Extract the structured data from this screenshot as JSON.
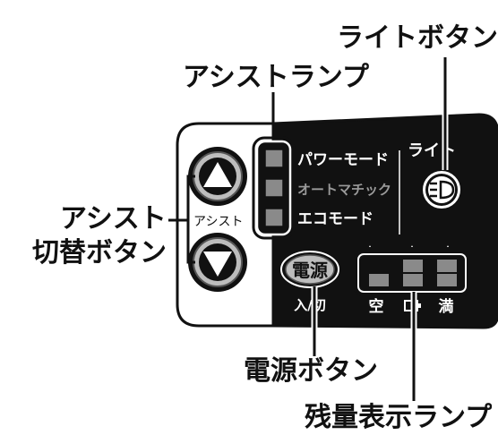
{
  "callouts": {
    "light_button": "ライトボタン",
    "assist_lamp": "アシストランプ",
    "assist_switch_line1": "アシスト",
    "assist_switch_line2": "切替ボタン",
    "power_button": "電源ボタン",
    "remaining_lamp": "残量表示ランプ"
  },
  "panel": {
    "assist_label": "アシスト",
    "mode_power": "パワーモード",
    "mode_auto": "オートマチック",
    "mode_eco": "エコモード",
    "light_label": "ライト",
    "power_button_label": "電源",
    "power_sub_label": "入/切",
    "battery_empty": "空",
    "battery_full": "満"
  },
  "colors": {
    "panel_dark": "#111111",
    "panel_light": "#ffffff",
    "button_gray": "#bdbdbd",
    "lamp_gray": "#8a8a8a"
  }
}
